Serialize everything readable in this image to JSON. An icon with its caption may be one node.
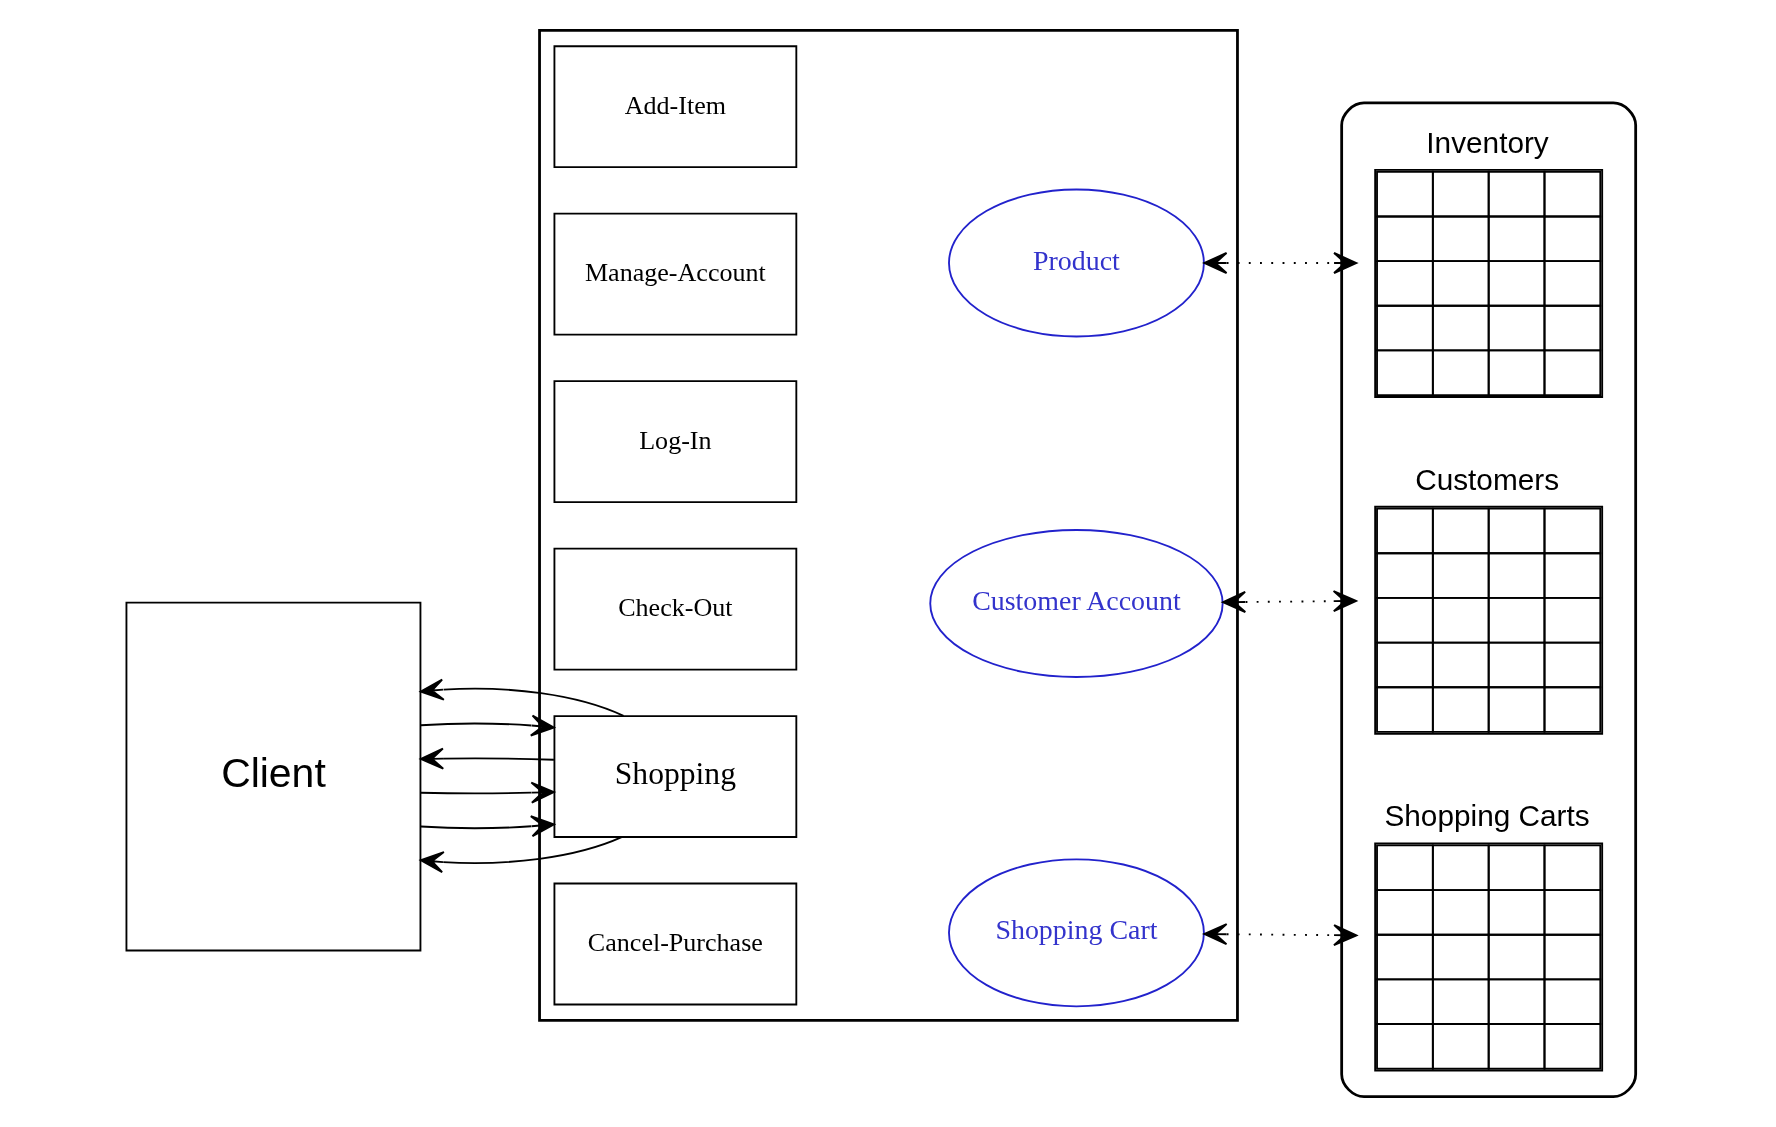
{
  "diagram": {
    "nodes": [
      {
        "text": [
          "Client"
        ]
      },
      {
        "text": [],
        "shape": "box"
      },
      {
        "text": [
          "Add-Item"
        ],
        "in": 1
      },
      {
        "text": [
          "Manage-Account"
        ],
        "in": 1
      },
      {
        "text": [
          "Log-In"
        ],
        "in": 1
      },
      {
        "text": [
          "Check-Out"
        ],
        "in": 1
      },
      {
        "text": [
          "Shopping"
        ],
        "in": 1
      },
      {
        "text": [
          "Cancel-Purchase"
        ],
        "in": 1
      },
      {
        "text": [
          "Product"
        ],
        "in": 1
      },
      {
        "text": [
          "Customer Account"
        ],
        "in": 1
      },
      {
        "text": [
          "Shopping Cart"
        ],
        "in": 1
      },
      {
        "text": [],
        "shape": "cylinder"
      },
      {
        "text": [
          "Inventory"
        ],
        "in": 11
      },
      {
        "text": [
          "Customers"
        ],
        "in": 11
      },
      {
        "text": [
          "Shopping Carts"
        ],
        "in": 11
      }
    ],
    "edges": [
      {
        "from": 0,
        "to": 6,
        "arrow": "to"
      },
      {
        "from": 6,
        "to": 0,
        "arrow": "to"
      },
      {
        "from": 0,
        "to": 6,
        "arrow": "to"
      },
      {
        "from": 6,
        "to": 0,
        "arrow": "to"
      },
      {
        "from": 0,
        "to": 6,
        "arrow": "to"
      },
      {
        "from": 6,
        "to": 0,
        "arrow": "to"
      },
      {
        "from": 8,
        "to": 12,
        "arrow": "both",
        "style": "dashed"
      },
      {
        "from": 9,
        "to": 13,
        "arrow": "both",
        "style": "dashed"
      },
      {
        "from": 10,
        "to": 14,
        "arrow": "both",
        "style": "dashed"
      }
    ]
  }
}
